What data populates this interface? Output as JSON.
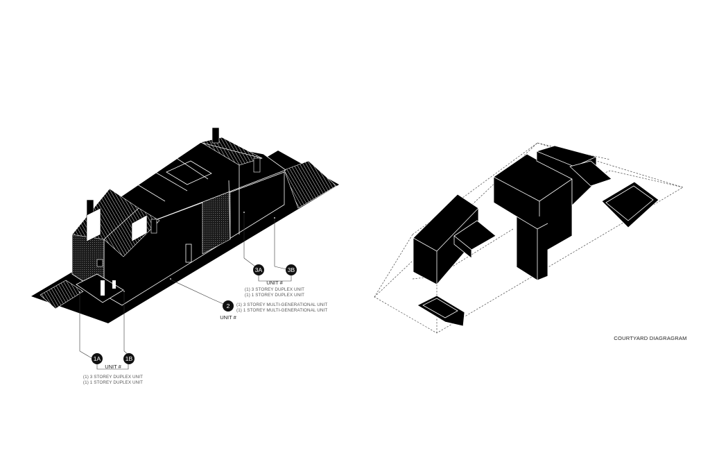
{
  "axonometric": {
    "units": {
      "u1a": {
        "badge": "1A"
      },
      "u1b": {
        "badge": "1B"
      },
      "u2": {
        "badge": "2"
      },
      "u3a": {
        "badge": "3A"
      },
      "u3b": {
        "badge": "3B"
      }
    },
    "group1": {
      "unit_label": "UNIT #",
      "line1": "(1) 3 STOREY DUPLEX UNIT",
      "line2": "(1) 1 STOREY DUPLEX UNIT"
    },
    "group2": {
      "unit_label": "UNIT #",
      "line1": "(1) 3 STOREY MULTI-GENERATIONAL UNIT",
      "line2": "(1) 1 STOREY MULTI-GENERATIONAL UNIT"
    },
    "group3": {
      "unit_label": "UNIT #",
      "line1": "(1) 3 STOREY DUPLEX UNIT",
      "line2": "(1) 1 STOREY DUPLEX UNIT"
    }
  },
  "courtyard": {
    "caption": "COURTYARD DIAGRAGRAM"
  },
  "colors": {
    "ink": "#000000",
    "paper": "#ffffff",
    "annotation_line": "#333333"
  }
}
